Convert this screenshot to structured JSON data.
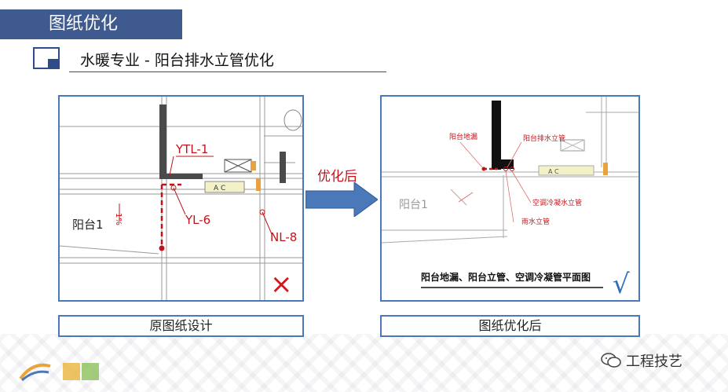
{
  "header": {
    "title": "图纸优化",
    "subtitle": "水暖专业 - 阳台排水立管优化"
  },
  "arrow": {
    "label": "优化后"
  },
  "left_drawing": {
    "labels": {
      "ytl": "YTL-1",
      "yl": "YL-6",
      "nl": "NL-8",
      "room": "阳台1",
      "slope": "1%",
      "pipe_code": "A C"
    },
    "verdict": "×",
    "caption": "原图纸设计"
  },
  "right_drawing": {
    "labels": {
      "floor_drain": "阳台地漏",
      "drain_riser": "阳台排水立管",
      "ac_riser": "空调冷凝水立管",
      "rain_riser": "雨水立管",
      "room": "阳台1",
      "plan_title": "阳台地漏、阳台立管、空调冷凝管平面图",
      "pipe_code": "A C"
    },
    "verdict": "√",
    "caption": "图纸优化后"
  },
  "watermark": {
    "text": "工程技艺"
  },
  "colors": {
    "title_bar": "#3f5a8e",
    "accent_blue": "#4a78b8",
    "red": "#c0141c"
  }
}
